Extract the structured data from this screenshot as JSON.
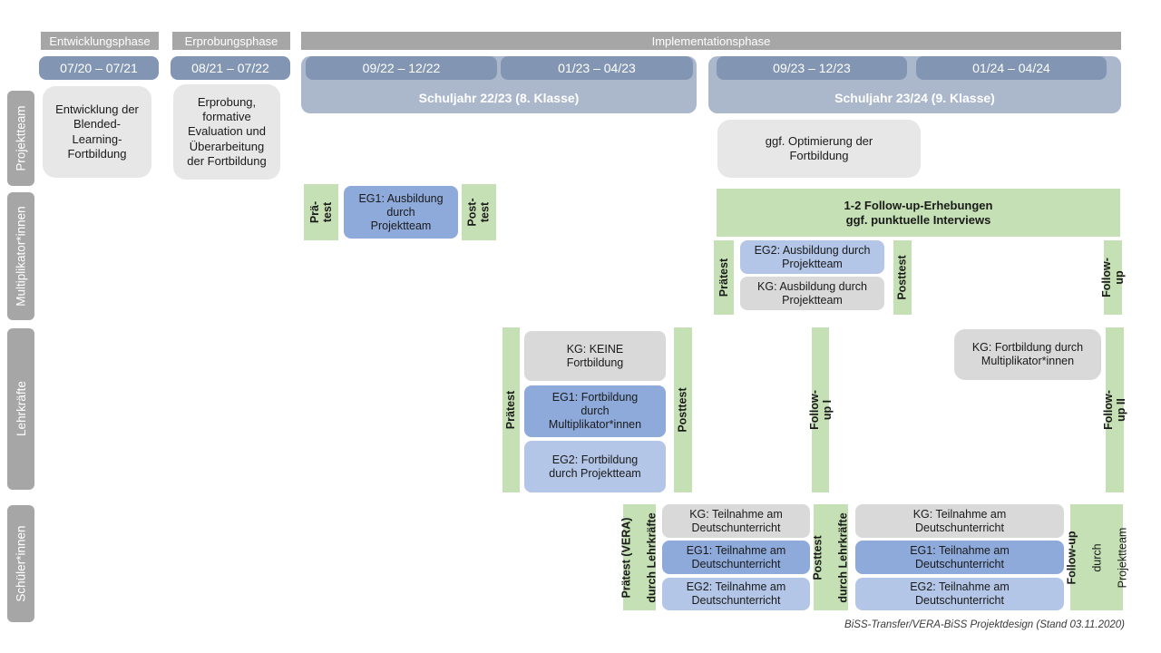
{
  "meta": {
    "caption": "BiSS-Transfer/VERA-BiSS Projektdesign (Stand 03.11.2020)"
  },
  "colors": {
    "phase_header_gray": "#A6A6A6",
    "row_label_gray": "#A6A6A6",
    "period_blue": "#8296B4",
    "school_year_blue": "#ABB8CC",
    "project_box_gray": "#E8E7E7",
    "evaluation_green": "#C5E0B4",
    "eg1_blue": "#8EAADB",
    "eg2_light_blue": "#B4C6E7",
    "kg_gray": "#D9D9D9"
  },
  "phases": {
    "entwicklung": "Entwicklungsphase",
    "erprobung": "Erprobungsphase",
    "implementation": "Implementationsphase"
  },
  "periods": {
    "p1": "07/20 – 07/21",
    "p2": "08/21 – 07/22",
    "p3": "09/22 – 12/22",
    "p4": "01/23 – 04/23",
    "p5": "09/23 – 12/23",
    "p6": "01/24 – 04/24"
  },
  "school_years": {
    "sy1": "Schuljahr 22/23 (8. Klasse)",
    "sy2": "Schuljahr 23/24 (9. Klasse)"
  },
  "row_labels": {
    "projektteam": "Projektteam",
    "multiplikatoren": "Multiplikator*innen",
    "lehrkraefte": "Lehrkräfte",
    "schueler": "Schüler*innen"
  },
  "projektteam": {
    "entwicklung": "Entwicklung der\nBlended-\nLearning-\nFortbildung",
    "erprobung": "Erprobung,\nformative\nEvaluation und\nÜberarbeitung\nder Fortbildung",
    "optimierung": "ggf. Optimierung der\nFortbildung"
  },
  "multiplikatoren": {
    "praetest1": "Prä-\ntest",
    "eg1": "EG1: Ausbildung\ndurch\nProjektteam",
    "posttest1": "Post-\ntest",
    "followup_header": "1-2 Follow-up-Erhebungen\nggf. punktuelle Interviews",
    "praetest2": "Prätest",
    "eg2": "EG2: Ausbildung durch\nProjektteam",
    "kg": "KG: Ausbildung durch\nProjektteam",
    "posttest2": "Posttest",
    "followup": "Follow-up"
  },
  "lehrkraefte": {
    "praetest": "Prätest",
    "kg": "KG: KEINE\nFortbildung",
    "eg1": "EG1: Fortbildung\ndurch\nMultiplikator*innen",
    "eg2": "EG2: Fortbildung\ndurch Projektteam",
    "posttest": "Posttest",
    "followup1": "Follow-up I",
    "kg2": "KG: Fortbildung durch\nMultiplikator*innen",
    "followup2": "Follow-up II"
  },
  "schueler": {
    "praetest_main": "Prätest (VERA)",
    "praetest_sub": "durch Lehrkräfte",
    "kg1": "KG: Teilnahme am\nDeutschunterricht",
    "eg1a": "EG1: Teilnahme am\nDeutschunterricht",
    "eg2a": "EG2: Teilnahme am\nDeutschunterricht",
    "posttest_main": "Posttest",
    "posttest_sub": "durch Lehrkräfte",
    "kg2": "KG: Teilnahme am\nDeutschunterricht",
    "eg1b": "EG1: Teilnahme am\nDeutschunterricht",
    "eg2b": "EG2: Teilnahme am\nDeutschunterricht",
    "followup_main": "Follow-up",
    "followup_sub1": "durch",
    "followup_sub2": "Projektteam"
  }
}
